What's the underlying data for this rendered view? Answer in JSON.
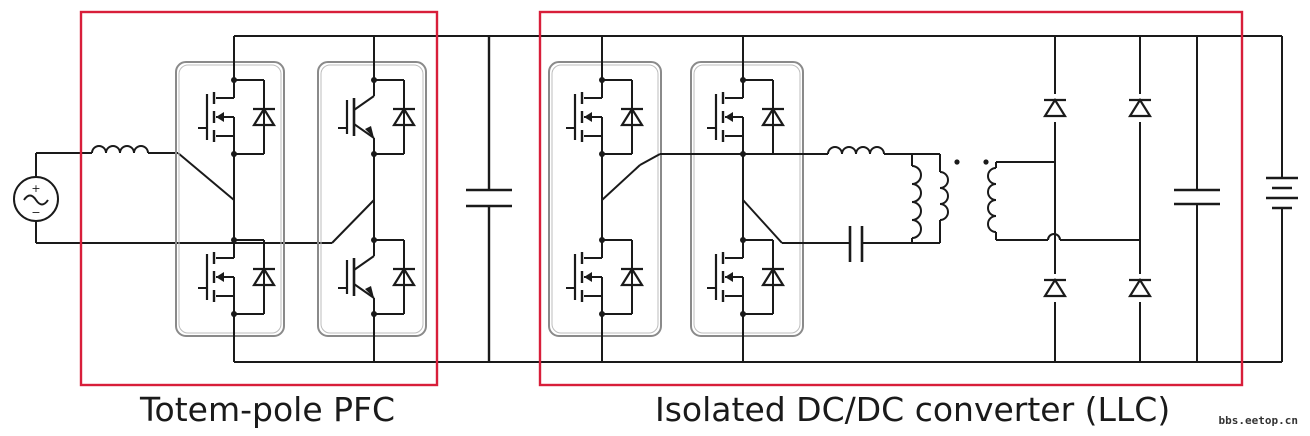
{
  "labels": {
    "pfc_section": "Totem-pole PFC",
    "llc_section": "Isolated DC/DC converter (LLC)",
    "watermark": "bbs.eetop.cn"
  },
  "source_symbol": {
    "plus": "+",
    "minus": "−"
  },
  "colors": {
    "highlight_box": "#d81e3a",
    "wire": "#1a1a1a",
    "module_outline": "#8a8a8a"
  },
  "components": {
    "pfc_leg1": "mosfet-half-bridge",
    "pfc_leg2": "igbt-half-bridge",
    "llc_leg1": "mosfet-half-bridge",
    "llc_leg2": "mosfet-half-bridge",
    "rectifier": "diode-full-bridge",
    "input": "ac-source",
    "output": "battery"
  }
}
